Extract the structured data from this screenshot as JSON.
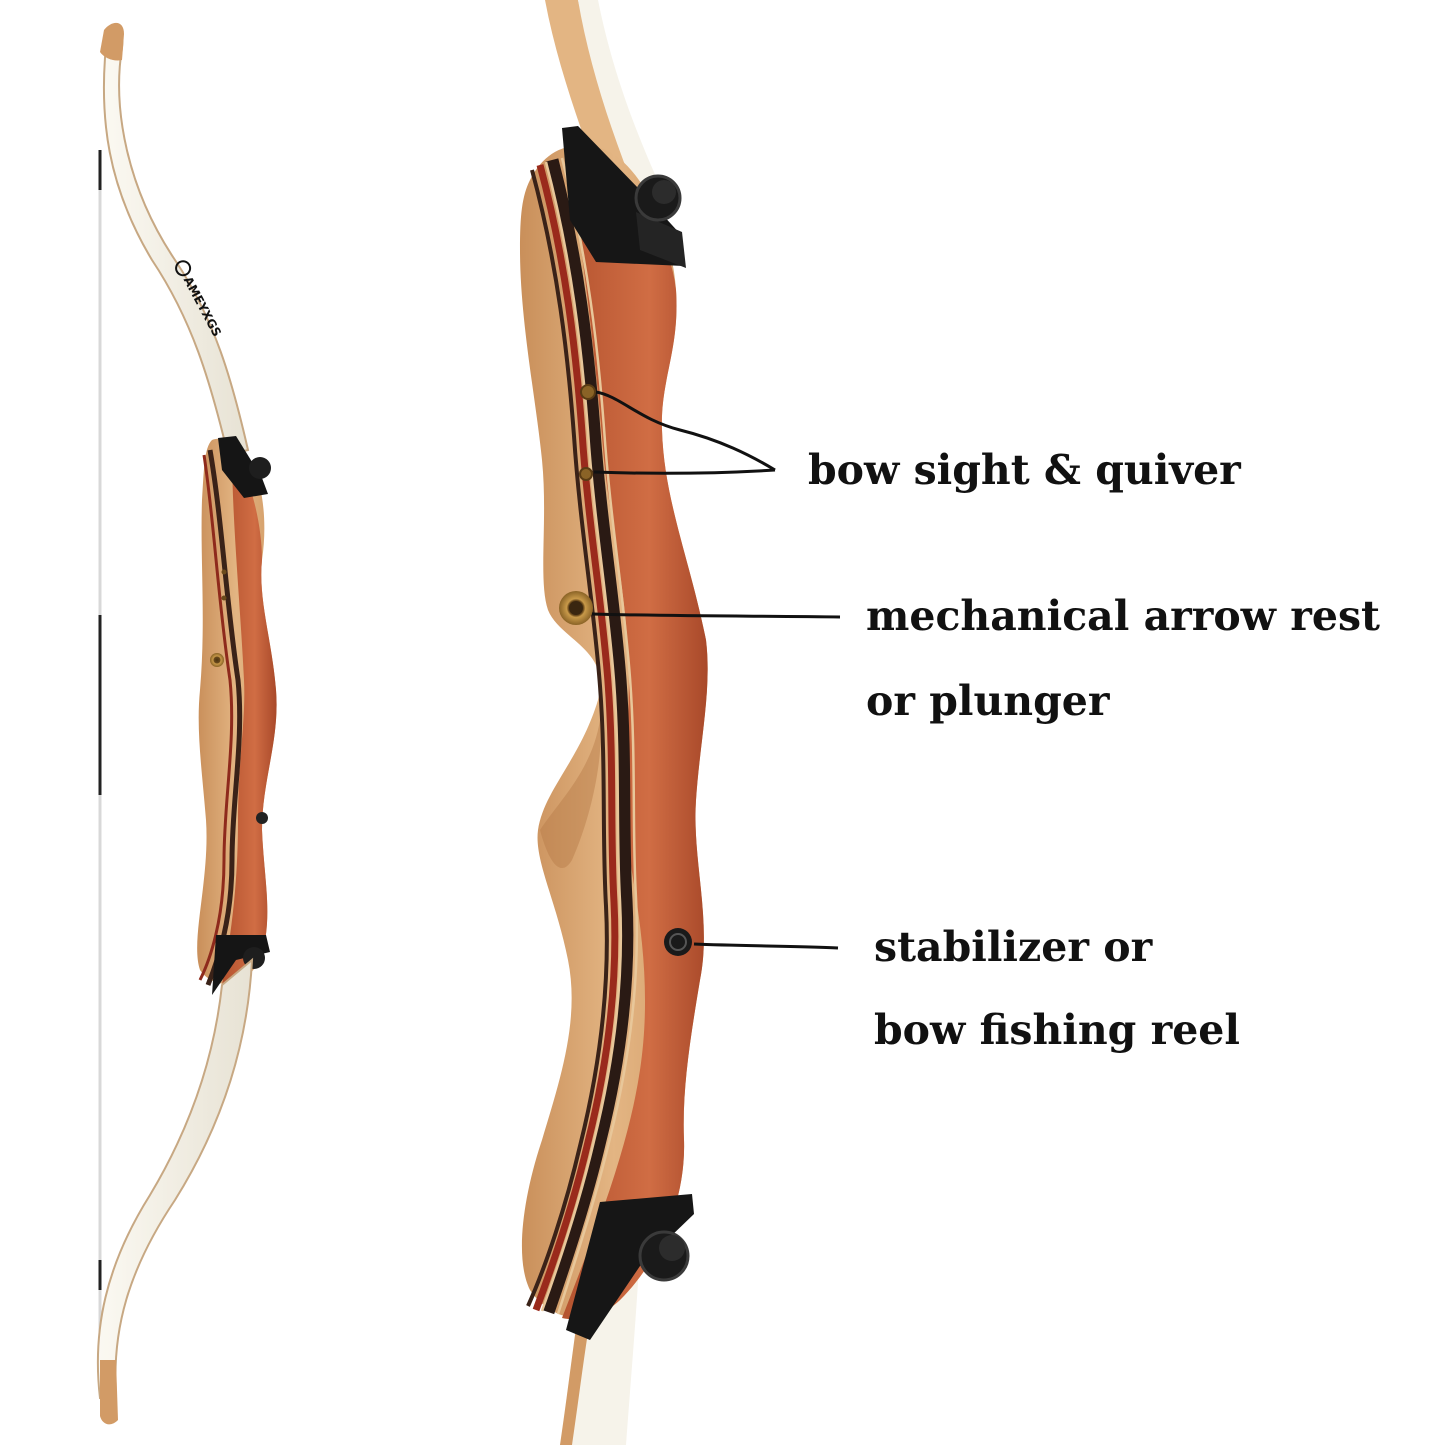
{
  "callouts": {
    "sight": {
      "line1": "bow sight & quiver"
    },
    "rest": {
      "line1": "mechanical arrow rest",
      "line2": "or plunger"
    },
    "stabilizer": {
      "line1": "stabilizer or",
      "line2": "bow fishing reel"
    }
  },
  "logo_text": "AMEYXGS",
  "colors": {
    "background": "#ffffff",
    "riser_light_wood": "#d9a673",
    "riser_red_wood": "#c0613a",
    "limb_white": "#f4f1e8",
    "hardware_black": "#151515",
    "brass": "#b98a3e",
    "label_text": "#111111"
  }
}
